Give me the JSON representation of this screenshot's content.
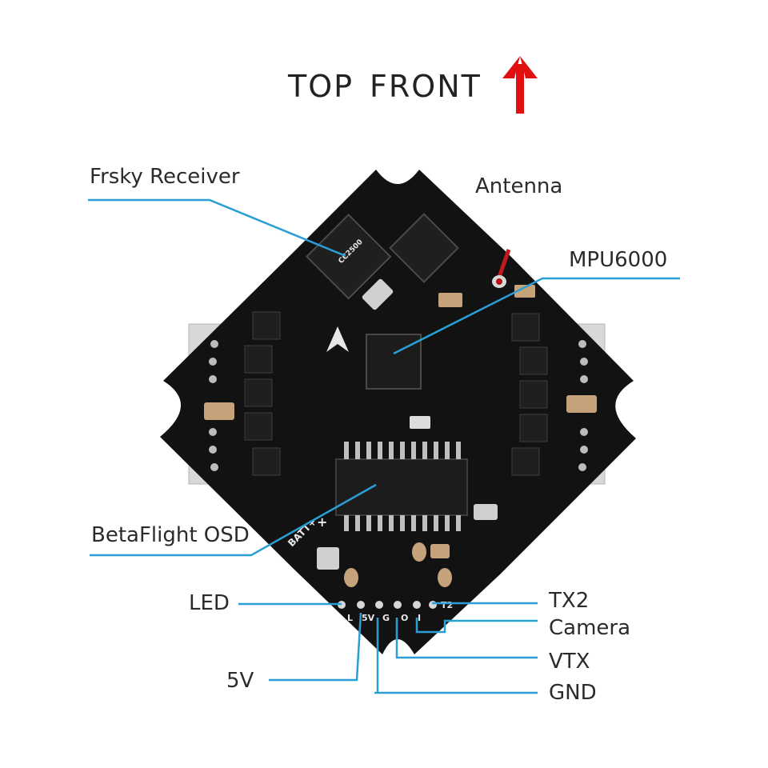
{
  "title": {
    "top": "TOP",
    "front": "FRONT"
  },
  "labels": {
    "frsky_receiver": "Frsky Receiver",
    "antenna": "Antenna",
    "mpu6000": "MPU6000",
    "betaflight_osd": "BetaFlight OSD",
    "led": "LED",
    "five_v": "5V",
    "tx2": "TX2",
    "camera": "Camera",
    "vtx": "VTX",
    "gnd": "GND"
  },
  "silkscreen": {
    "batt": "BATT+",
    "plus": "+",
    "pad_l": "L",
    "pad_5v": "5V",
    "pad_g": "G",
    "pad_o": "O",
    "pad_i": "I",
    "pad_t2": "T2",
    "chip_cc2500": "CC2500"
  },
  "colors": {
    "callout_line": "#2a9fd6",
    "board": "#111111",
    "arrow": "#e01010",
    "text": "#2b2b2b"
  },
  "icons": {
    "front_arrow": "red-up-arrow-icon",
    "logo": "arrow-a-logo-icon"
  }
}
